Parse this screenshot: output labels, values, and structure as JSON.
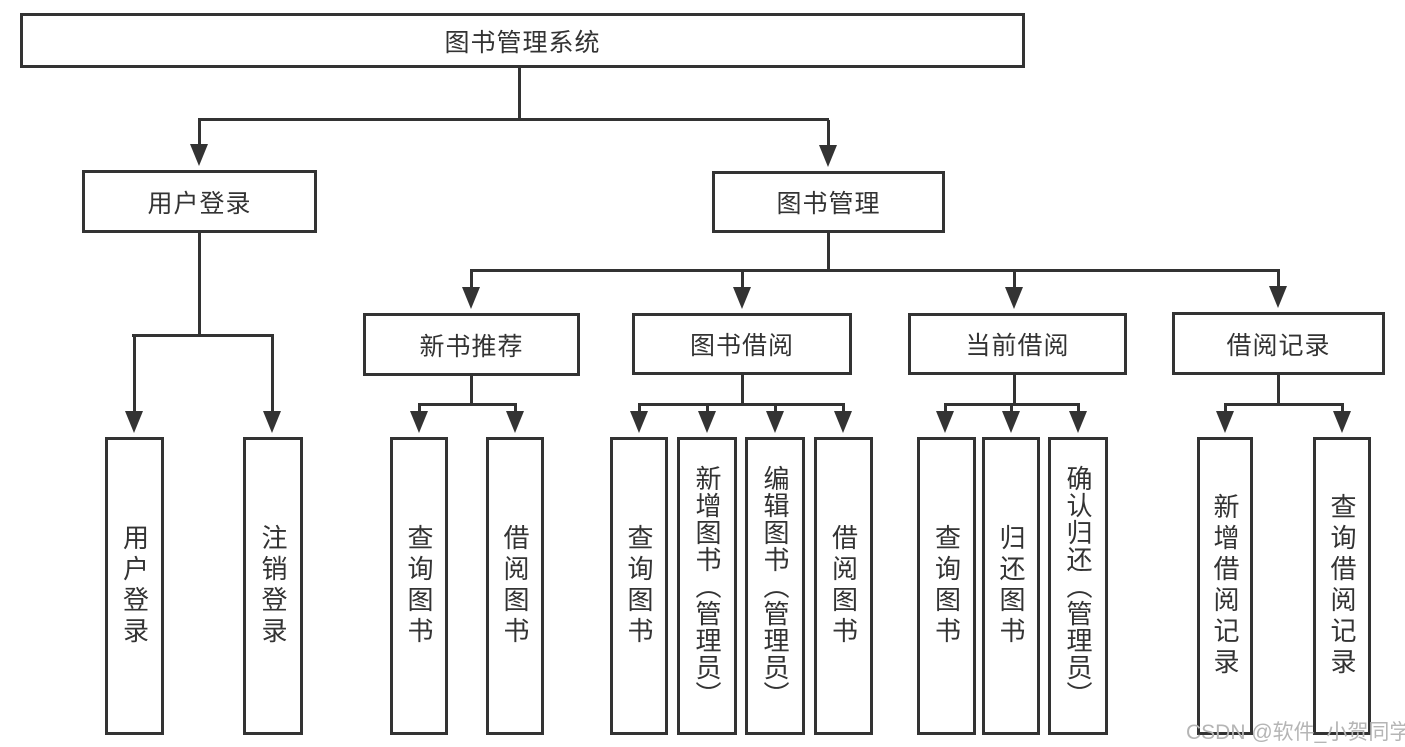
{
  "diagram": {
    "root": {
      "label": "图书管理系统"
    },
    "branches": [
      {
        "label": "用户登录",
        "children": [
          {
            "label": "用户登录"
          },
          {
            "label": "注销登录"
          }
        ]
      },
      {
        "label": "图书管理",
        "sections": [
          {
            "label": "新书推荐",
            "children": [
              {
                "label": "查询图书"
              },
              {
                "label": "借阅图书"
              }
            ]
          },
          {
            "label": "图书借阅",
            "children": [
              {
                "label": "查询图书"
              },
              {
                "label": "新增图书（管理员）"
              },
              {
                "label": "编辑图书（管理员）"
              },
              {
                "label": "借阅图书"
              }
            ]
          },
          {
            "label": "当前借阅",
            "children": [
              {
                "label": "查询图书"
              },
              {
                "label": "归还图书"
              },
              {
                "label": "确认归还（管理员）"
              }
            ]
          },
          {
            "label": "借阅记录",
            "children": [
              {
                "label": "新增借阅记录"
              },
              {
                "label": "查询借阅记录"
              }
            ]
          }
        ]
      }
    ]
  },
  "watermark": {
    "text": "CSDN @软件_小贺同学"
  },
  "colors": {
    "line": "#333333",
    "text": "#333333",
    "watermark": "#b5b5b5",
    "background": "#ffffff"
  }
}
